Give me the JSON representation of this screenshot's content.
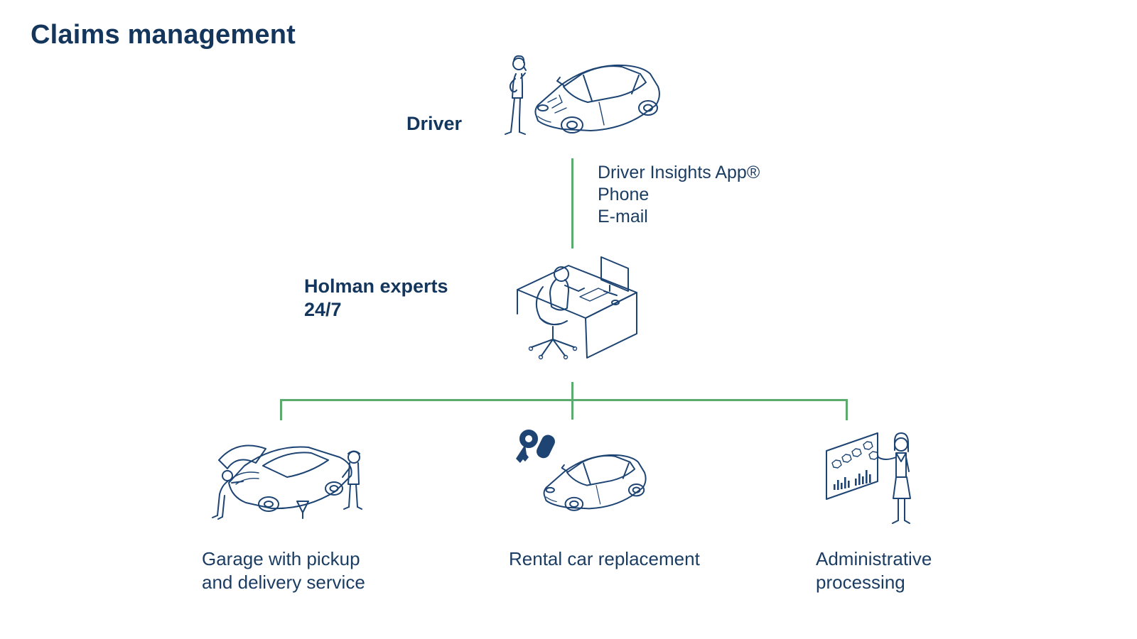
{
  "title": "Claims management",
  "colors": {
    "heading_navy": "#14365C",
    "text_navy": "#1B3D63",
    "illustration_navy": "#1D4473",
    "connector_green": "#5BAA6E",
    "background": "#FFFFFF"
  },
  "nodes": {
    "driver": {
      "label": "Driver",
      "icon": "driver-calling-beside-damaged-car-icon"
    },
    "channels": {
      "items": [
        "Driver Insights App®",
        "Phone",
        "E-mail"
      ]
    },
    "experts": {
      "label_line1": "Holman experts",
      "label_line2": "24/7",
      "icon": "expert-working-at-desk-icon"
    },
    "outcomes": [
      {
        "id": "garage",
        "label_line1": "Garage with pickup",
        "label_line2": "and delivery service",
        "icon": "mechanics-repairing-car-icon"
      },
      {
        "id": "rental",
        "label_line1": "Rental car replacement",
        "label_line2": "",
        "icon": "rental-car-with-key-icon"
      },
      {
        "id": "admin",
        "label_line1": "Administrative",
        "label_line2": "processing",
        "icon": "presenter-with-chart-board-icon"
      }
    ]
  }
}
